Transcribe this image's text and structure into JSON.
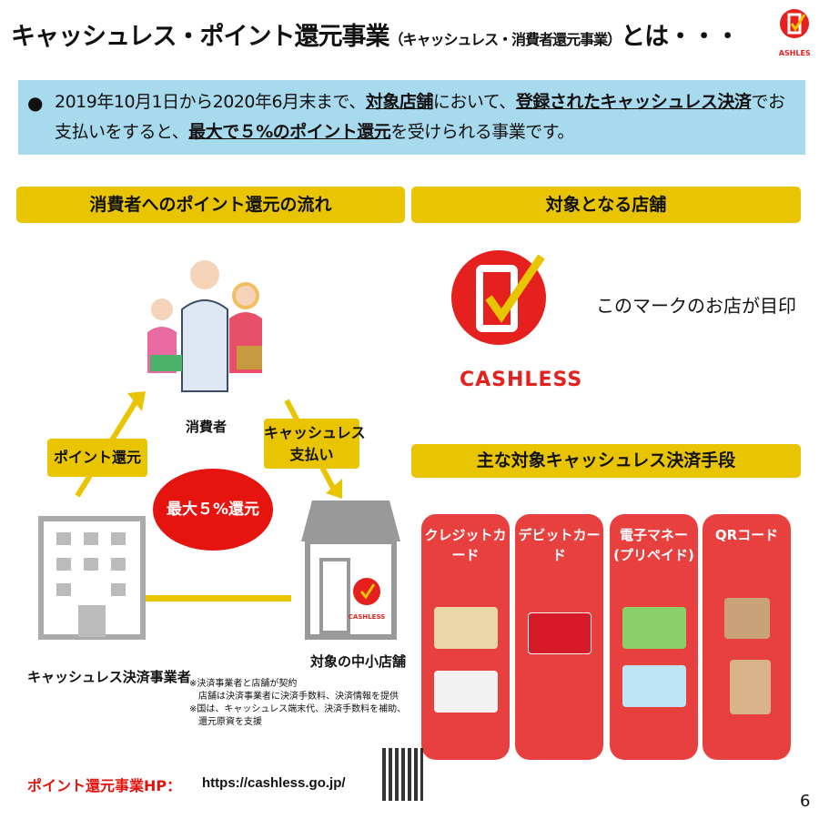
{
  "title": {
    "main": "キャッシュレス・ポイント還元事業",
    "sub": "（キャッシュレス・消費者還元事業）",
    "tail": "とは・・・"
  },
  "summary": {
    "t1": "2019年10月1日から2020年6月末まで、",
    "b1": "対象店舗",
    "t2": "において、",
    "b2": "登録されたキャッシュレス決済",
    "t3": "でお支払いをすると、",
    "b3": "最大で５%のポイント還元",
    "t4": "を受けられる事業です。"
  },
  "left_section": {
    "header": "消費者へのポイント還元の流れ",
    "consumer": "消費者",
    "point_return": "ポイント還元",
    "cashless_pay": "キャッシュレス\n支払い",
    "max_return": "最大５%還元",
    "provider": "キャッシュレス決済事業者",
    "store": "対象の中小店舗",
    "note": "※決済事業者と店舗が契約\n　店舗は決済事業者に決済手数料、決済情報を提供\n※国は、キャッシュレス端末代、決済手数料を補助、\n　還元原資を支援"
  },
  "right_section": {
    "header": "対象となる店舗",
    "logo_text": "CASHLESS",
    "mark_caption": "このマークのお店が目印",
    "methods_header": "主な対象キャッシュレス決済手段",
    "methods": [
      {
        "label": "クレジットカード"
      },
      {
        "label": "デビットカード"
      },
      {
        "label": "電子マネー\n(プリペイド)"
      },
      {
        "label": "QRコード"
      }
    ]
  },
  "footer": {
    "hp_label": "ポイント還元事業HP：",
    "url": "https://cashless.go.jp/",
    "page": "6"
  },
  "colors": {
    "yellow": "#e9c400",
    "red": "#e8403f",
    "blue": "#a8daee",
    "logo_red": "#e5201e"
  }
}
